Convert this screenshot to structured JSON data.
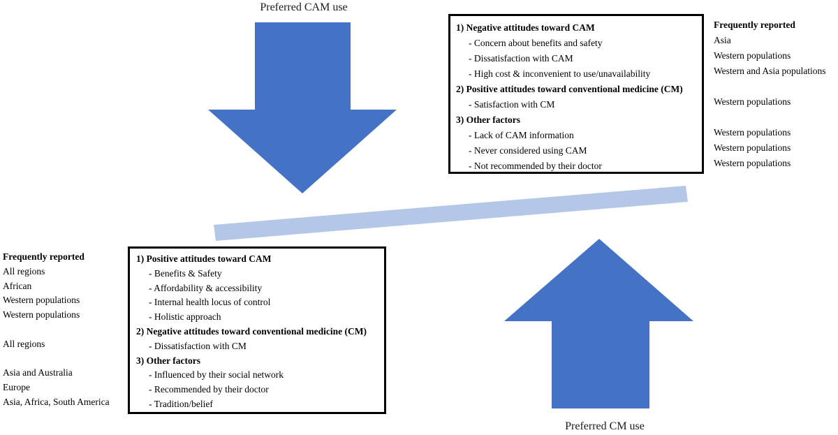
{
  "colors": {
    "arrow": "#4472C4",
    "beam": "#B4C7E7"
  },
  "labels": {
    "cam": "Preferred CAM use",
    "cm": "Preferred CM use"
  },
  "top_box": {
    "lines": [
      "1) Negative attitudes toward CAM",
      "- Concern about benefits and safety",
      "- Dissatisfaction with CAM",
      "- High cost & inconvenient to use/unavailability",
      "2) Positive attitudes toward conventional medicine (CM)",
      "- Satisfaction with CM",
      "3) Other factors",
      "- Lack of CAM information",
      "- Never considered using CAM",
      "- Not recommended by their doctor"
    ]
  },
  "right_column": {
    "title": "Frequently reported",
    "items": [
      "Asia",
      "Western populations",
      "Western and Asia populations",
      "",
      "Western populations",
      "",
      "Western populations",
      "Western populations",
      "Western populations"
    ]
  },
  "bottom_box": {
    "lines": [
      "1) Positive attitudes toward CAM",
      "- Benefits  &  Safety",
      "- Affordability & accessibility",
      "- Internal health locus of control",
      "- Holistic approach",
      "2) Negative attitudes toward conventional medicine (CM)",
      "- Dissatisfaction with CM",
      "3) Other factors",
      "- Influenced by their social network",
      "- Recommended by their doctor",
      "- Tradition/belief"
    ]
  },
  "left_column": {
    "title": "Frequently reported",
    "items": [
      "All regions",
      "African",
      "Western populations",
      "Western populations",
      "",
      "All regions",
      "",
      "Asia and Australia",
      "Europe",
      "Asia, Africa, South America"
    ]
  }
}
